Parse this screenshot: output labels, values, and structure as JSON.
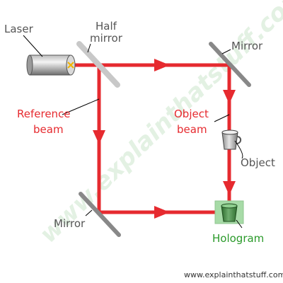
{
  "labels": {
    "laser": "Laser",
    "half_mirror_line1": "Half",
    "half_mirror_line2": "mirror",
    "mirror_top": "Mirror",
    "mirror_bottom": "Mirror",
    "reference_line1": "Reference",
    "reference_line2": "beam",
    "object_beam_line1": "Object",
    "object_beam_line2": "beam",
    "object": "Object",
    "hologram": "Hologram"
  },
  "credit": "www.explainthatstuff.com",
  "watermark": "www.explainthatstuff.com",
  "colors": {
    "beam": "#e62a2f",
    "label_text": "#555555",
    "label_beam": "#e62a2f",
    "hologram_text": "#2a9a2a",
    "hologram_plate": "#a7dba7",
    "mirror": "#888888",
    "half_mirror": "#c8c8c8",
    "watermark": "#e3f1e3"
  },
  "icons": {
    "laser": "laser-cylinder-icon",
    "object": "cup-icon",
    "hologram": "cup-hologram-icon"
  }
}
